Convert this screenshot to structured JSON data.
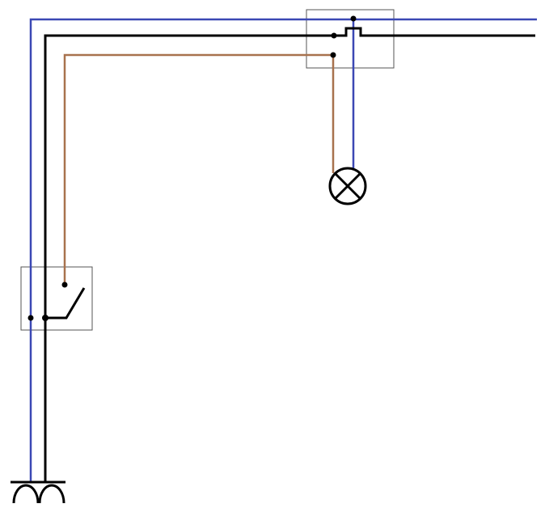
{
  "diagram": {
    "type": "single-pole light switch wiring circuit",
    "colors": {
      "neutral": "#3b48b4",
      "live": "#000000",
      "switched_live": "#a8724e",
      "box_outline": "#555555",
      "background": "#ffffff"
    },
    "components": [
      {
        "name": "power-supply",
        "symbol": "supply-icon"
      },
      {
        "name": "wall-switch",
        "symbol": "switch-icon"
      },
      {
        "name": "junction-box",
        "symbol": "junction-icon"
      },
      {
        "name": "lamp",
        "symbol": "lamp-icon"
      }
    ],
    "wires": [
      {
        "name": "neutral-wire",
        "color_key": "neutral"
      },
      {
        "name": "live-wire",
        "color_key": "live"
      },
      {
        "name": "switched-live-wire",
        "color_key": "switched_live"
      }
    ]
  }
}
